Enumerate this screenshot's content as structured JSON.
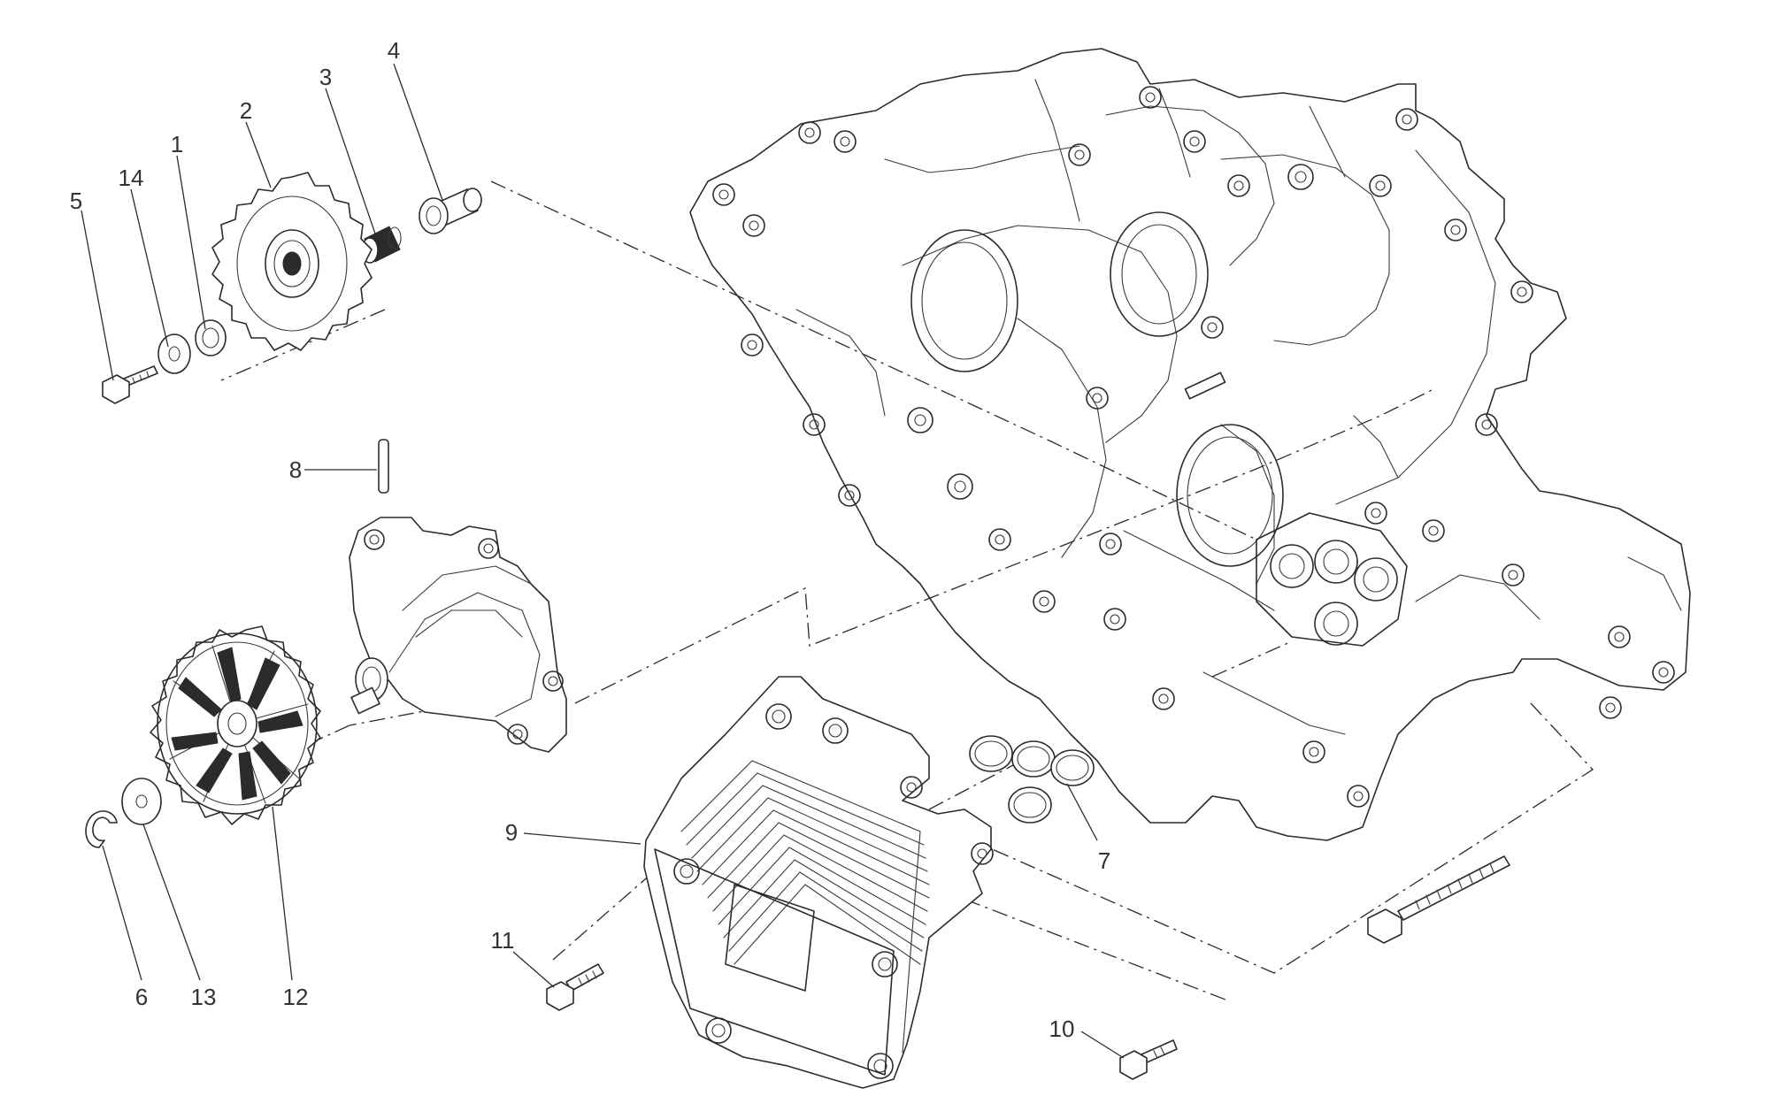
{
  "callouts": [
    {
      "id": "1",
      "label": "1"
    },
    {
      "id": "2",
      "label": "2"
    },
    {
      "id": "3",
      "label": "3"
    },
    {
      "id": "4",
      "label": "4"
    },
    {
      "id": "5",
      "label": "5"
    },
    {
      "id": "6",
      "label": "6"
    },
    {
      "id": "7",
      "label": "7"
    },
    {
      "id": "8",
      "label": "8"
    },
    {
      "id": "9",
      "label": "9"
    },
    {
      "id": "10",
      "label": "10"
    },
    {
      "id": "11",
      "label": "11"
    },
    {
      "id": "12",
      "label": "12"
    },
    {
      "id": "13",
      "label": "13"
    },
    {
      "id": "14",
      "label": "14"
    }
  ],
  "colors": {
    "line": "#2b2b2b",
    "background": "#ffffff",
    "text": "#333333"
  }
}
